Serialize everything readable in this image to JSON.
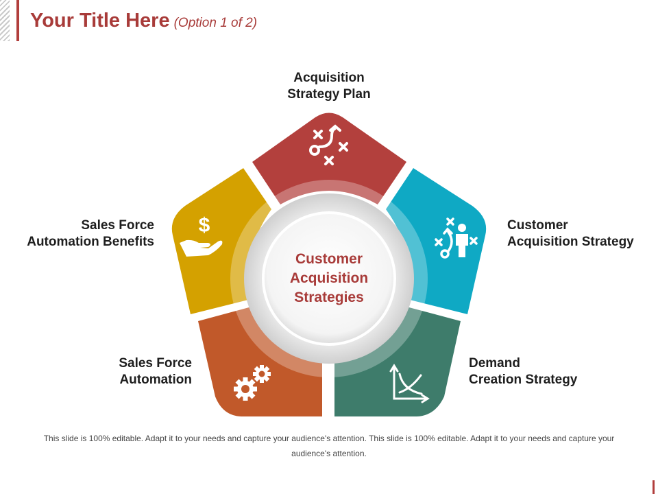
{
  "header": {
    "title": "Your Title Here",
    "subtitle": "(Option 1 of 2)"
  },
  "diagram": {
    "center": [
      "Customer",
      "Acquisition",
      "Strategies"
    ],
    "segments": [
      {
        "label": [
          "Acquisition",
          "Strategy Plan"
        ],
        "color": "#b3403d",
        "icon": "strategy-play-icon"
      },
      {
        "label": [
          "Customer",
          "Acquisition Strategy"
        ],
        "color": "#0fa9c4",
        "icon": "customer-strategy-icon"
      },
      {
        "label": [
          "Demand",
          "Creation Strategy"
        ],
        "color": "#3e7c6b",
        "icon": "demand-curve-chart-icon"
      },
      {
        "label": [
          "Sales Force",
          "Automation"
        ],
        "color": "#c1592a",
        "icon": "gears-icon"
      },
      {
        "label": [
          "Sales Force",
          "Automation Benefits"
        ],
        "color": "#d4a100",
        "icon": "dollar-hand-icon"
      }
    ]
  },
  "footer": {
    "line1": "This slide is 100% editable. Adapt it to your needs and capture your audience's attention. This slide is 100% editable. Adapt it to your needs and capture your",
    "line2": "audience's attention."
  }
}
